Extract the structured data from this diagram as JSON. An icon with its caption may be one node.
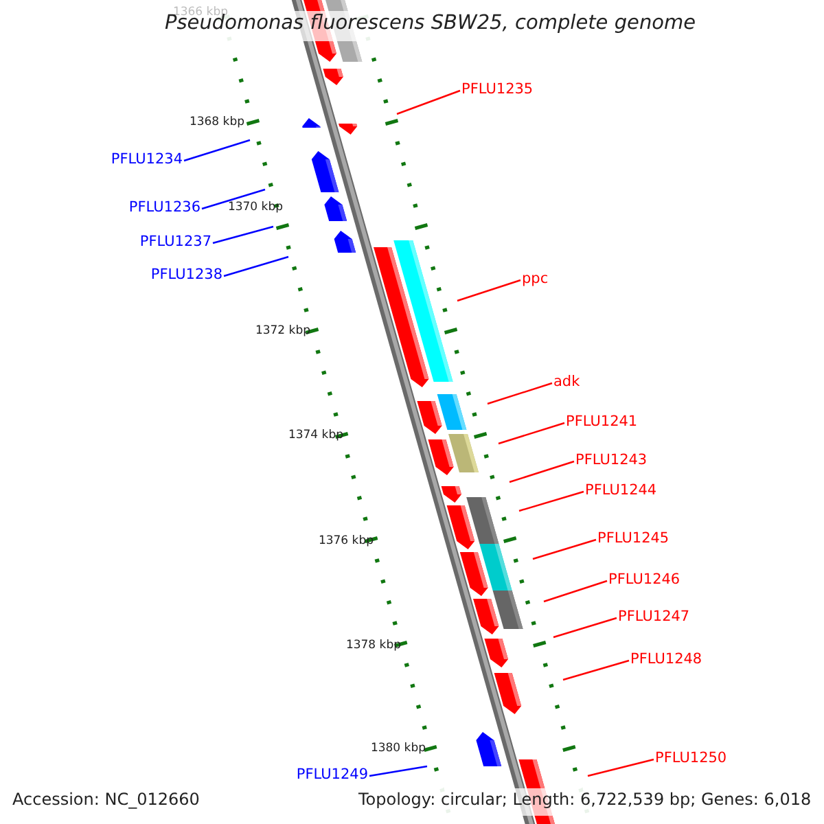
{
  "diagram": {
    "title": "Pseudomonas fluorescens SBW25, complete genome",
    "nodes": [
      {
        "text": [
          "PFLU1235"
        ]
      },
      {
        "text": [
          "PFLU1234"
        ]
      },
      {
        "text": [
          "PFLU1236"
        ]
      },
      {
        "text": [
          "PFLU1237"
        ]
      },
      {
        "text": [
          "PFLU1238"
        ]
      },
      {
        "text": [
          "ppc"
        ]
      },
      {
        "text": [
          "adk"
        ]
      },
      {
        "text": [
          "PFLU1241"
        ]
      },
      {
        "text": [
          "PFLU1243"
        ]
      },
      {
        "text": [
          "PFLU1244"
        ]
      },
      {
        "text": [
          "PFLU1245"
        ]
      },
      {
        "text": [
          "PFLU1246"
        ]
      },
      {
        "text": [
          "PFLU1247"
        ]
      },
      {
        "text": [
          "PFLU1248"
        ]
      },
      {
        "text": [
          "PFLU1250"
        ]
      },
      {
        "text": [
          "PFLU1249"
        ]
      }
    ],
    "edges": [
      {
        "from": 0,
        "to": null,
        "arrow": "none"
      },
      {
        "from": 1,
        "to": null,
        "arrow": "none",
        "color": "#0000ff"
      },
      {
        "from": 2,
        "to": null,
        "arrow": "none",
        "color": "#0000ff"
      },
      {
        "from": 3,
        "to": null,
        "arrow": "none",
        "color": "#0000ff"
      },
      {
        "from": 4,
        "to": null,
        "arrow": "none",
        "color": "#0000ff"
      },
      {
        "from": 5,
        "to": null,
        "arrow": "none"
      },
      {
        "from": 6,
        "to": null,
        "arrow": "none"
      },
      {
        "from": 7,
        "to": null,
        "arrow": "none"
      },
      {
        "from": 8,
        "to": null,
        "arrow": "none"
      },
      {
        "from": 9,
        "to": null,
        "arrow": "none"
      },
      {
        "from": 10,
        "to": null,
        "arrow": "none"
      },
      {
        "from": 11,
        "to": null,
        "arrow": "none"
      },
      {
        "from": 12,
        "to": null,
        "arrow": "none"
      },
      {
        "from": 13,
        "to": null,
        "arrow": "none"
      },
      {
        "from": 14,
        "to": null,
        "arrow": "none"
      },
      {
        "from": 15,
        "to": null,
        "arrow": "none",
        "color": "#0000ff"
      }
    ],
    "labels": [
      "1366 kbp",
      "1368 kbp",
      "1370 kbp",
      "1372 kbp",
      "1374 kbp",
      "1376 kbp",
      "1378 kbp",
      "1380 kbp",
      "Accession: NC_012660",
      "Topology: circular; Length: 6,722,539 bp; Genes: 6,018"
    ]
  }
}
